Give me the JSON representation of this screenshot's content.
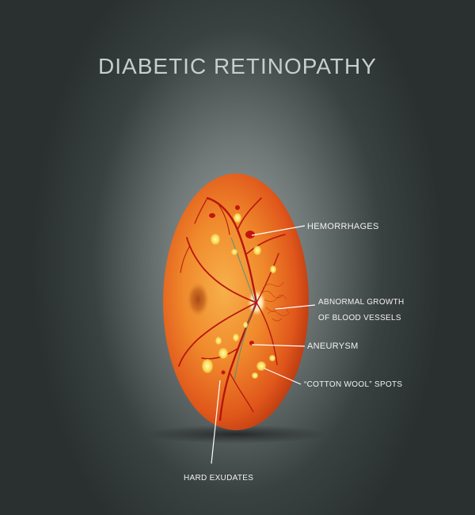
{
  "title": "DIABETIC RETINOPATHY",
  "labels": {
    "hemorrhages": "HEMORRHAGES",
    "abnormal_line1": "ABNORMAL GROWTH",
    "abnormal_line2": "OF BLOOD VESSELS",
    "aneurysm": "ANEURYSM",
    "cotton_wool": "“COTTON WOOL” SPOTS",
    "hard_exudates": "HARD EXUDATES"
  },
  "colors": {
    "retina_center": "#f6a23a",
    "retina_edge": "#d84416",
    "vessel": "#b8150f",
    "label": "#f2f2f2"
  }
}
